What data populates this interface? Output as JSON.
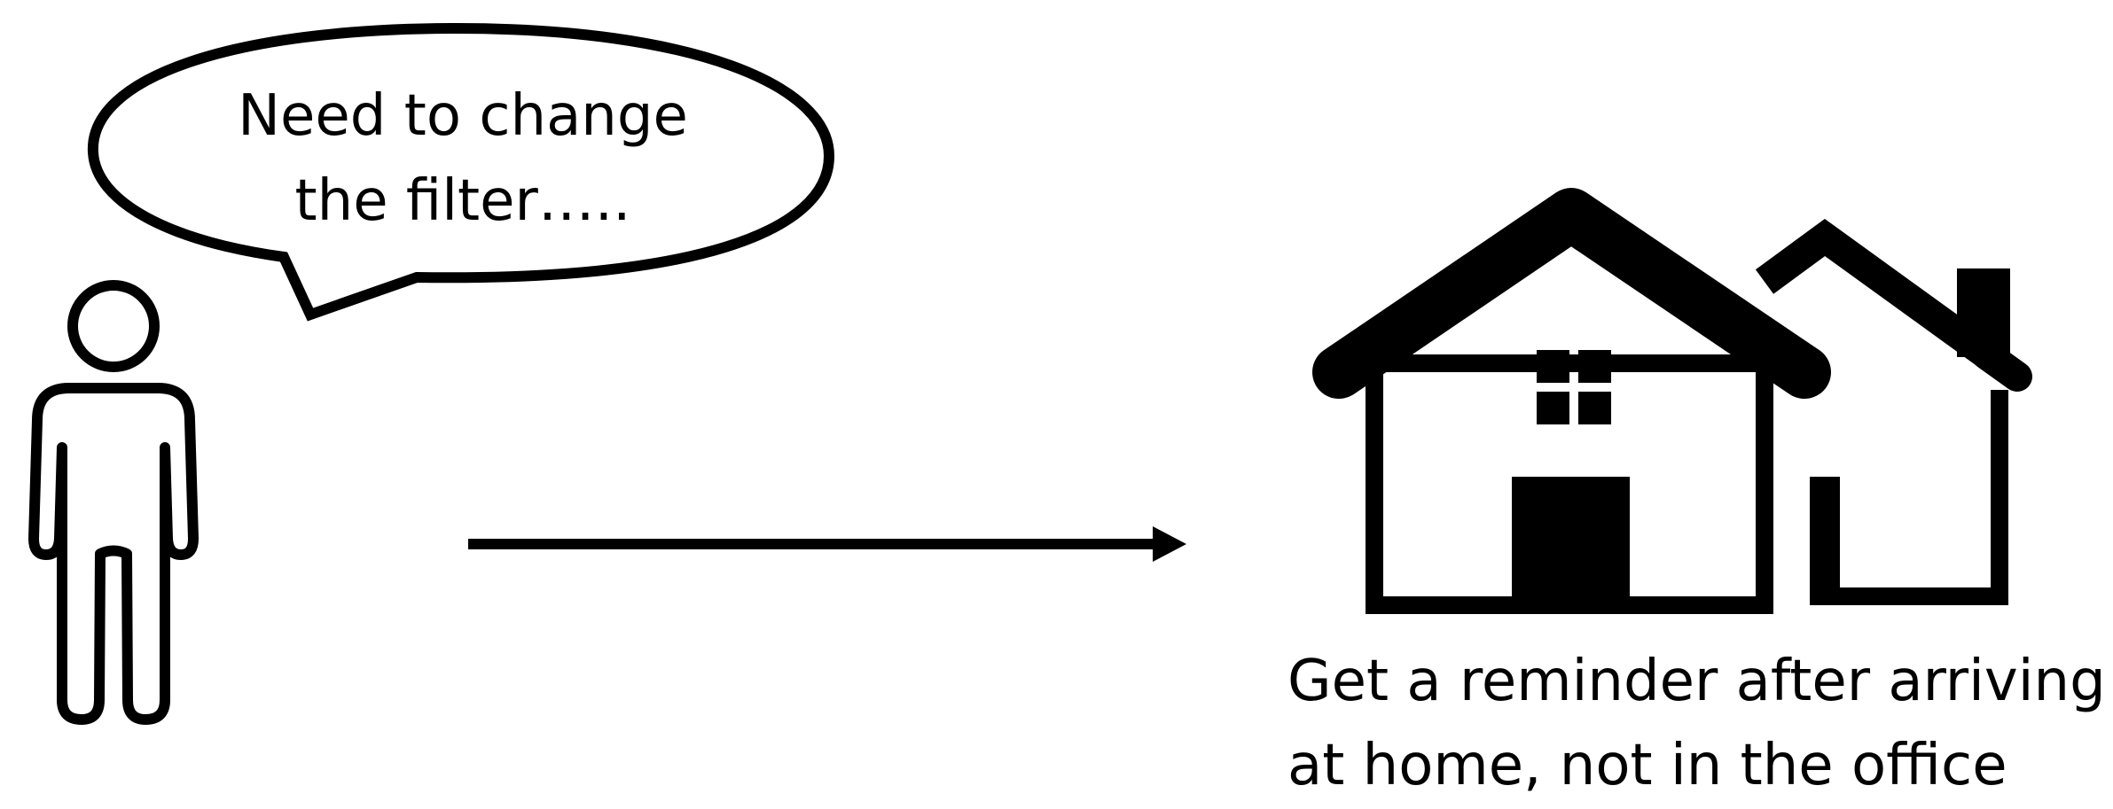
{
  "speech_bubble": {
    "line1": "Need to change",
    "line2": "the filter….."
  },
  "caption": {
    "line1": "Get a reminder after arriving",
    "line2": "at home, not in the office"
  },
  "icons": {
    "person": "person-icon",
    "houses": "houses-icon",
    "arrow": "arrow-right-icon"
  },
  "colors": {
    "ink": "#000000",
    "background": "#ffffff"
  }
}
